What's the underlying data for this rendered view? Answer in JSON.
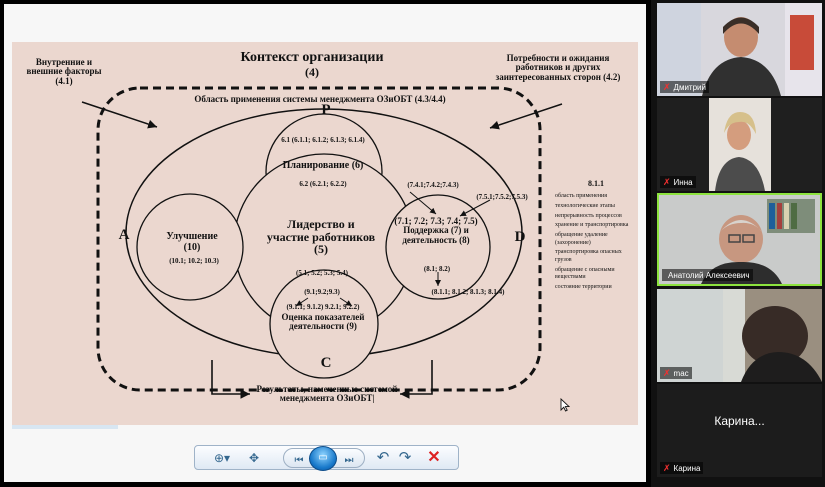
{
  "slide": {
    "context_title": "Контекст организации",
    "context_number": "(4)",
    "internal_factors": "Внутренние и внешние факторы (4.1)",
    "needs": "Потребности и ожидания работников и других заинтересованных сторон (4.2)",
    "scope": "Область применения системы менеджмента ОЗиОБТ (4.3/4.4)",
    "letters": {
      "p": "P",
      "a": "A",
      "d": "D",
      "c": "C"
    },
    "planning": {
      "ref": "6.1 (6.1.1; 6.1.2; 6.1.3; 6.1.4)",
      "name": "Планирование (6)",
      "sub": "6.2 (6.2.1; 6.2.2)"
    },
    "improvement": {
      "name": "Улучшение (10)",
      "ref": "(10.1; 10.2; 10.3)"
    },
    "leadership": {
      "name": "Лидерство и участие работников (5)",
      "ref": "(5.1; 5.2; 5.3; 5.4)"
    },
    "support": {
      "ref1": "(7.4.1;7.4.2;7.4.3)",
      "ref2": "(7.5.1;7.5.2;7.5.3)",
      "name": "(7.1; 7.2; 7.3; 7.4; 7.5) Поддержка (7) и деятельность (8)",
      "ref3": "(8.1; 8.2)",
      "ref4": "(8.1.1; 8.1.2; 8.1.3; 8.1.4)"
    },
    "evaluation": {
      "ref1": "(9.1;9.2;9.3)",
      "ref2": "(9.1.1; 9.1.2) 9.2.1; 9.2.2)",
      "name": "Оценка показателей деятельности (9)"
    },
    "results": "Результаты, намеченные системой менеджмента ОЗиОБТ|",
    "side_title": "8.1.1",
    "side_items": [
      "область применения",
      "технологические этапы",
      "непрерывность процессов",
      "хранение и транспортировка",
      "обращение удаление (захоронение)",
      "транспортировка опасных грузов",
      "обращение с опасными веществами",
      "состояние территории"
    ]
  },
  "toolbar": {
    "zoom": "⊕▾",
    "fit": "✥",
    "prev": "⏮",
    "slideshow": "▭",
    "next": "⏭",
    "rotate_left": "↶",
    "rotate_right": "↷",
    "delete": "✕"
  },
  "participants": [
    {
      "name": "Дмитрий",
      "mic": "✗"
    },
    {
      "name": "Инна",
      "mic": "✗"
    },
    {
      "name": "Анатолий Алексеевич",
      "mic": ""
    },
    {
      "name": "mac",
      "mic": "✗"
    },
    {
      "name": "Карина",
      "mic": "✗",
      "center_name": "Карина..."
    }
  ]
}
